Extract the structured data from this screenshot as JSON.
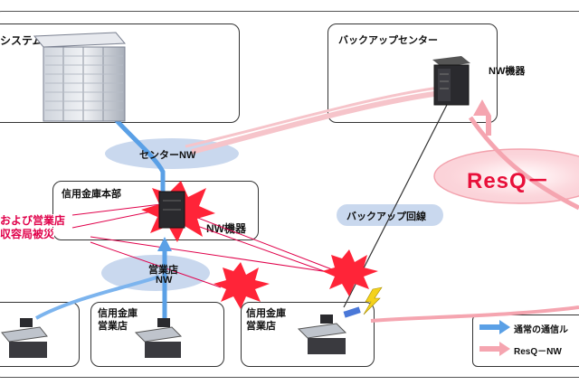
{
  "diagram": {
    "main_system": {
      "label": "システム"
    },
    "backup_center": {
      "label": "バックアップセンター",
      "nw_label": "NW機器"
    },
    "center_nw": {
      "label": "センターNW"
    },
    "hq": {
      "label": "信用金庫本部",
      "nw_label": "NW機器"
    },
    "backup_line": {
      "label": "バックアップ回線"
    },
    "branch_nw": {
      "line1": "営業店",
      "line2": "NW"
    },
    "branches": [
      {
        "label_line1": "信用金庫",
        "label_line2": "営業店"
      },
      {
        "label_line1": "信用金庫",
        "label_line2": "営業店"
      }
    ],
    "disaster_note": {
      "line1": "および営業店",
      "line2": "収容局被災"
    },
    "resq_label": "ResQ－",
    "legend": {
      "normal": "通常の通信ル",
      "resq": "ResQ－NW"
    },
    "colors": {
      "normal_route": "#5aa0e6",
      "resq_route": "#f07a84",
      "disaster": "#e0004a",
      "cloud": "#c9d8ee"
    }
  }
}
